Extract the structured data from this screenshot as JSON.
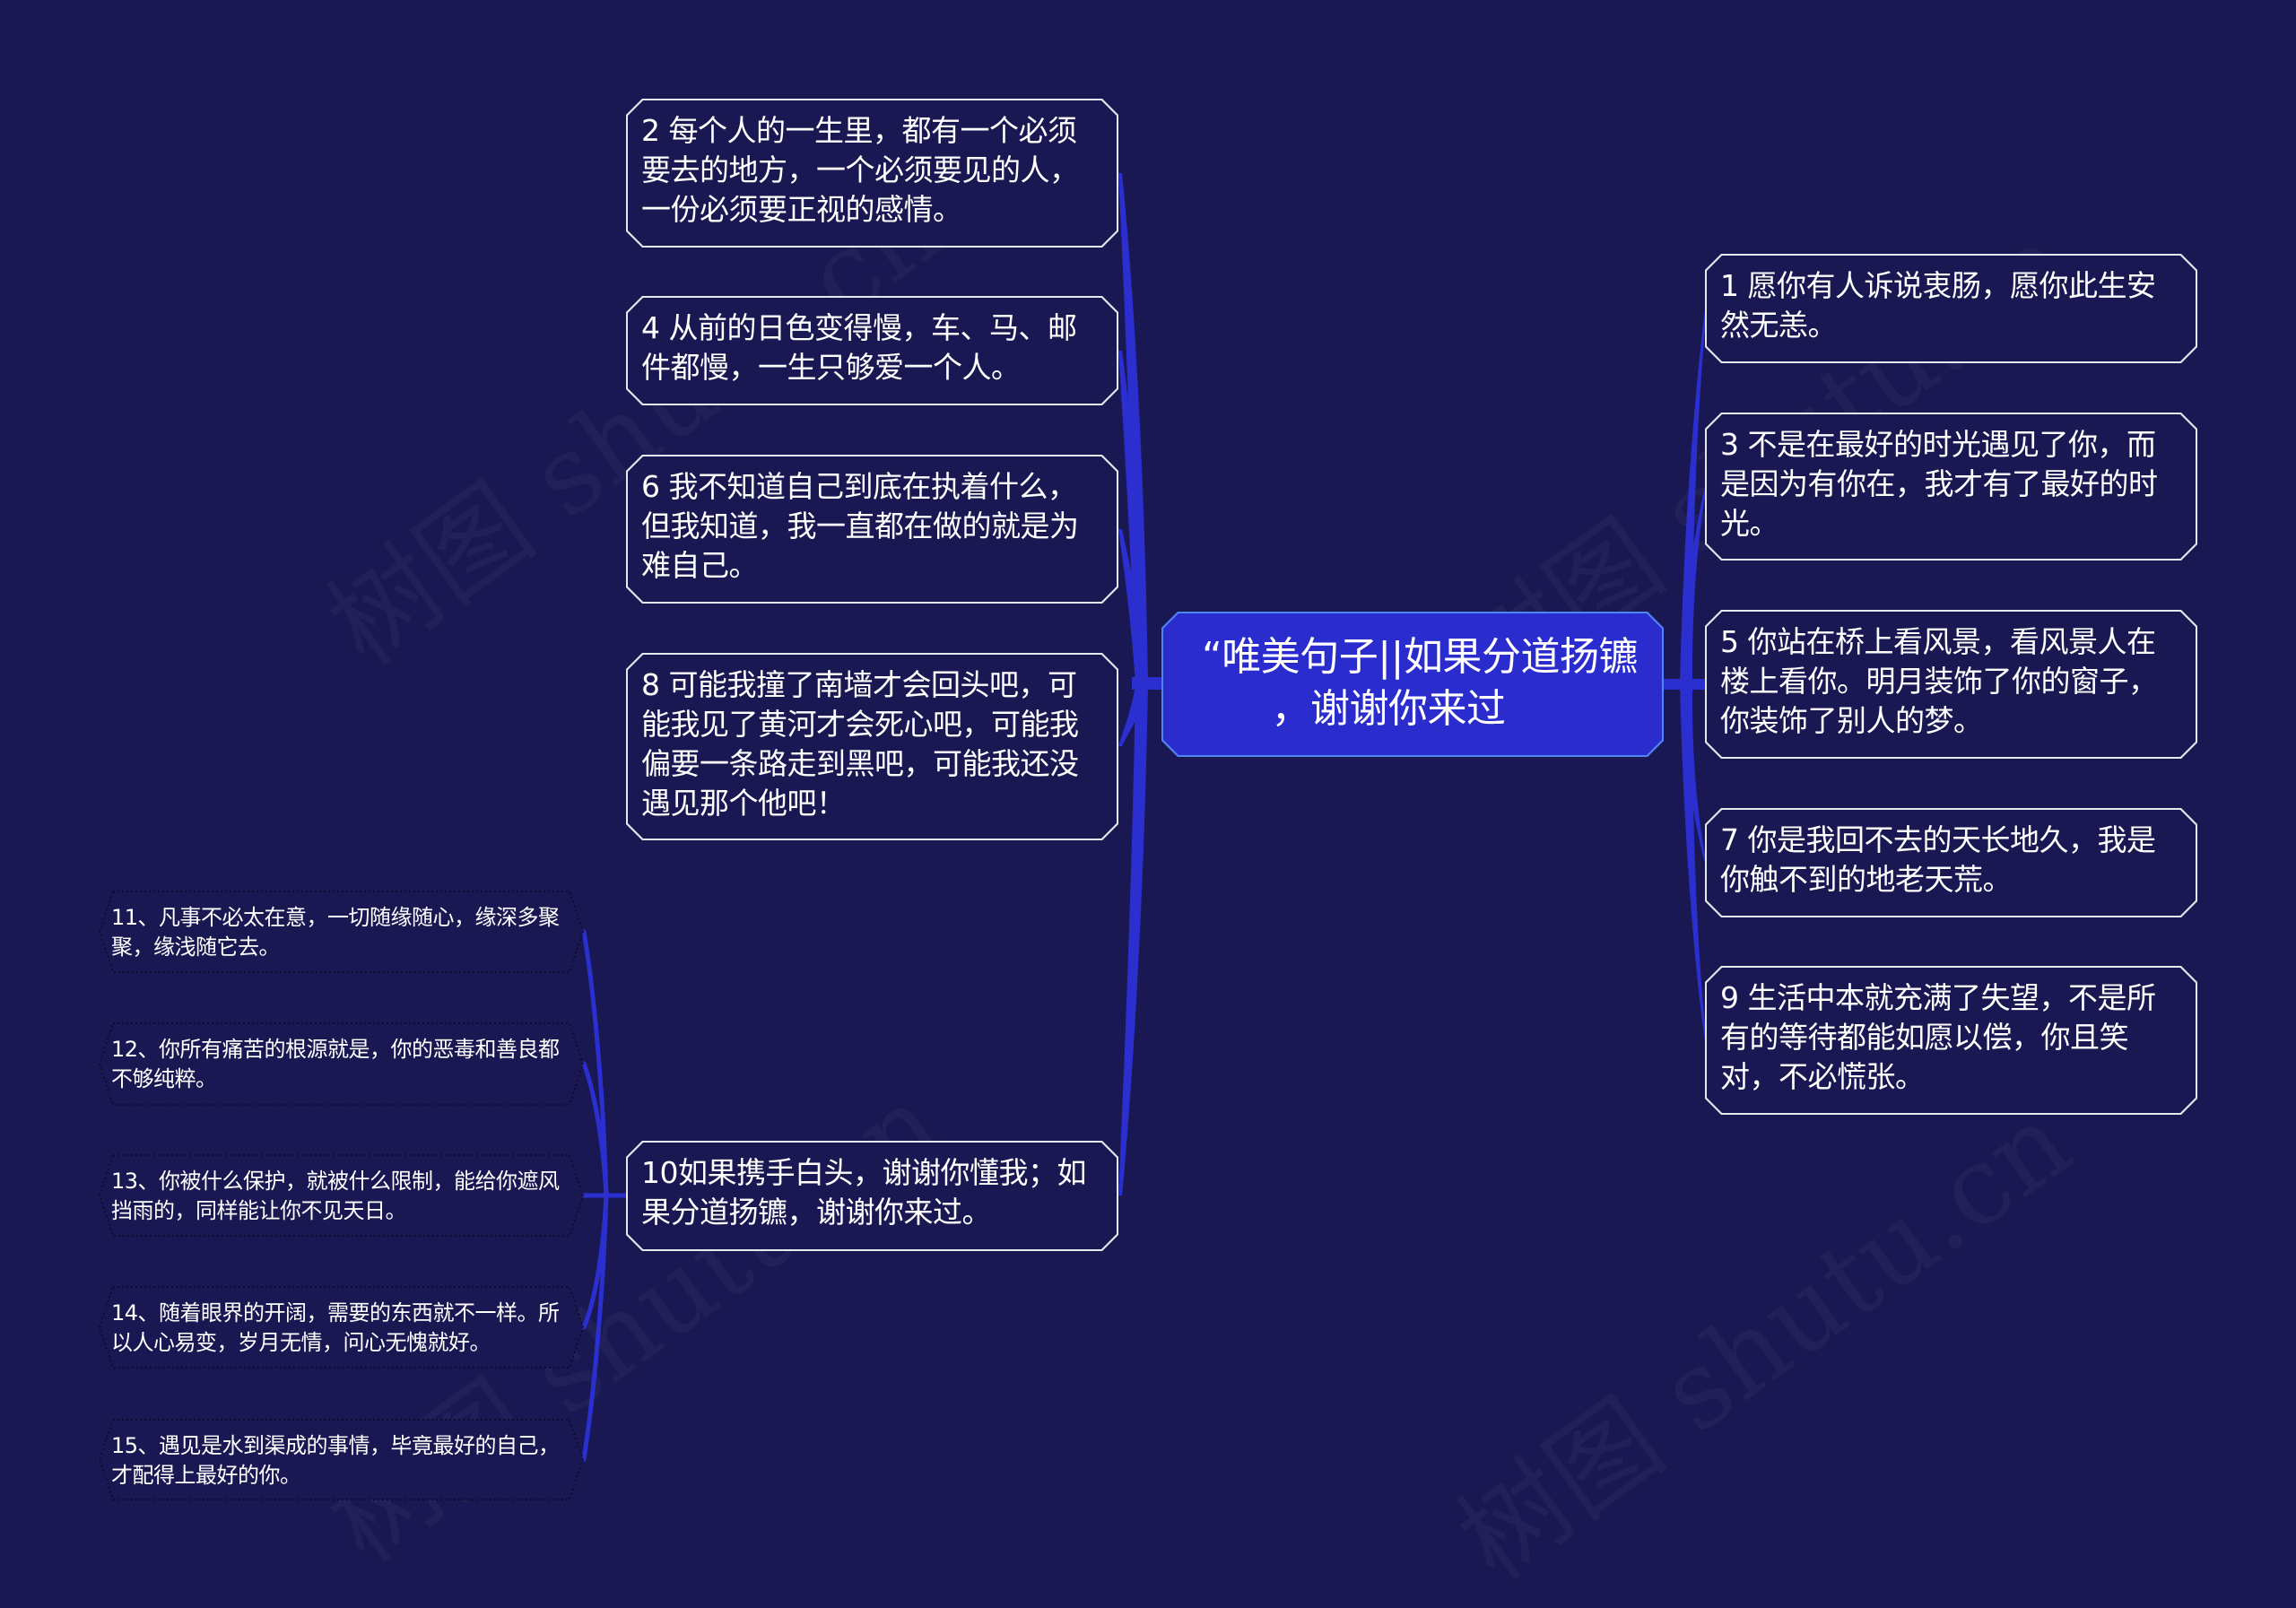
{
  "watermark": "树图 shutu.cn",
  "colors": {
    "background": "#1a1852",
    "central_fill": "#2a2ccd",
    "central_border": "#4f86f2",
    "node_border": "#e8e8f0",
    "connector": "#2b2fd0"
  },
  "central": {
    "title_line1": "“唯美句子||如果分道扬镳",
    "title_line2": "，谢谢你来过"
  },
  "left_nodes": [
    {
      "text": "2 每个人的一生里，都有一个必须要去的地方，一个必须要见的人，一份必须要正视的感情。"
    },
    {
      "text": "4 从前的日色变得慢，车、马、邮件都慢，一生只够爱一个人。"
    },
    {
      "text": "6 我不知道自己到底在执着什么，但我知道，我一直都在做的就是为难自己。"
    },
    {
      "text": "8 可能我撞了南墙才会回头吧，可能我见了黄河才会死心吧，可能我偏要一条路走到黑吧，可能我还没遇见那个他吧！"
    },
    {
      "text": "10如果携手白头，谢谢你懂我；如果分道扬镳，谢谢你来过。"
    }
  ],
  "right_nodes": [
    {
      "text": "1 愿你有人诉说衷肠，愿你此生安然无恙。"
    },
    {
      "text": "3 不是在最好的时光遇见了你，而是因为有你在，我才有了最好的时光。"
    },
    {
      "text": "5 你站在桥上看风景，看风景人在楼上看你。明月装饰了你的窗子，你装饰了别人的梦。"
    },
    {
      "text": "7 你是我回不去的天长地久，我是你触不到的地老天荒。"
    },
    {
      "text": "9 生活中本就充满了失望，不是所有的等待都能如愿以偿，你且笑对，不必慌张。"
    }
  ],
  "sub_nodes": [
    {
      "text": "11、凡事不必太在意，一切随缘随心，缘深多聚聚，缘浅随它去。"
    },
    {
      "text": "12、你所有痛苦的根源就是，你的恶毒和善良都不够纯粹。"
    },
    {
      "text": "13、你被什么保护，就被什么限制，能给你遮风挡雨的，同样能让你不见天日。"
    },
    {
      "text": "14、随着眼界的开阔，需要的东西就不一样。所以人心易变，岁月无情，问心无愧就好。"
    },
    {
      "text": "15、遇见是水到渠成的事情，毕竟最好的自己，才配得上最好的你。"
    }
  ]
}
